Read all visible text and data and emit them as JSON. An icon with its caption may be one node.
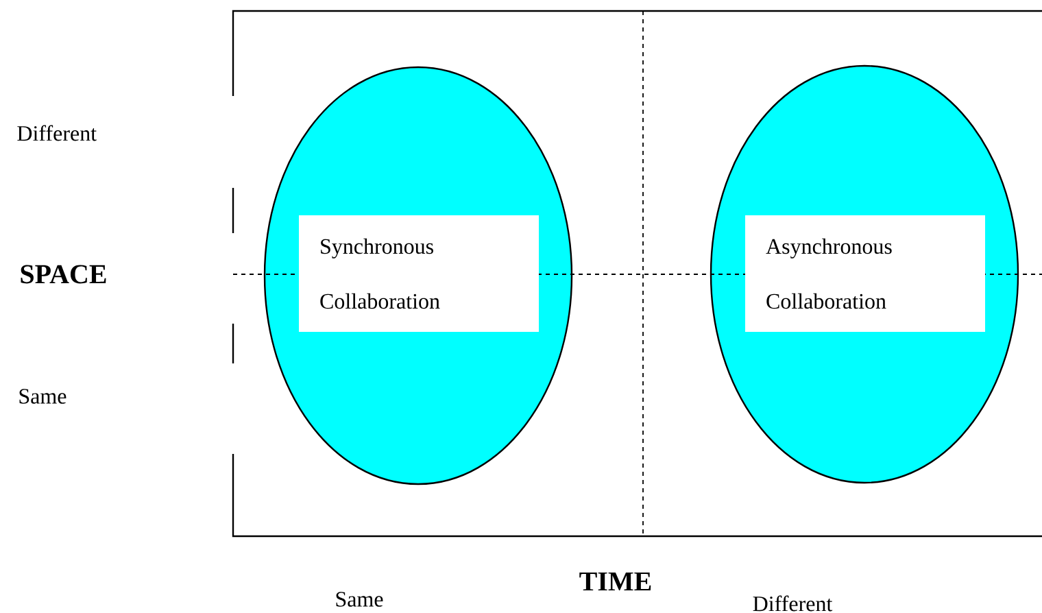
{
  "diagram": {
    "nodes": [
      {
        "text": [],
        "shape": "ellipse"
      },
      {
        "text": [
          "Synchronous Collaboration"
        ],
        "in": 0
      },
      {
        "text": [],
        "shape": "ellipse"
      },
      {
        "text": [
          "Asynchronous Collaboration"
        ],
        "in": 2
      }
    ],
    "labels": [
      "Different",
      "SPACE",
      "Same",
      "Same",
      "TIME",
      "Different"
    ]
  }
}
